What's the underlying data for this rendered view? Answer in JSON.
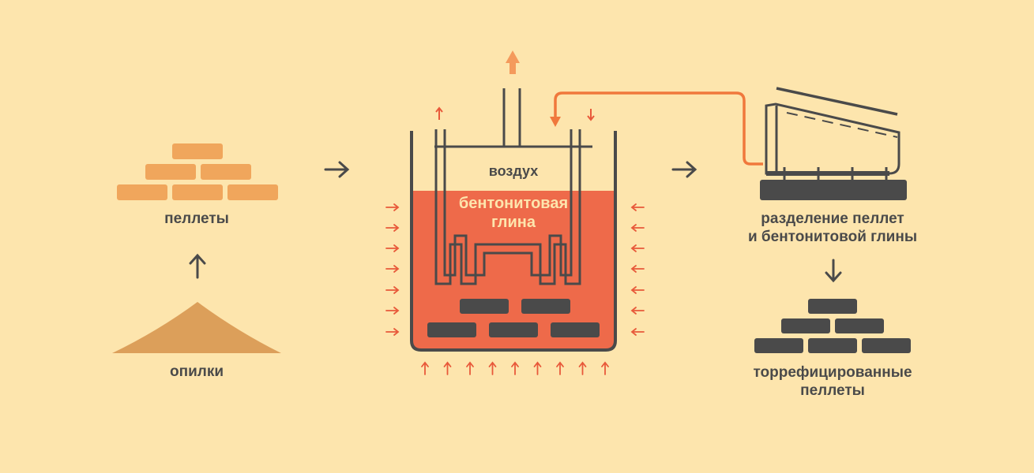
{
  "colors": {
    "background": "#fde5ad",
    "pellet": "#f0a65c",
    "sawdust": "#dc9f5a",
    "clay": "#ee6a4a",
    "clay_text": "#fde5ad",
    "dark": "#4a4a4a",
    "heat_arrow": "#e8593a",
    "accent_orange": "#f0783c"
  },
  "labels": {
    "pellets": "пеллеты",
    "sawdust": "опилки",
    "air": "воздух",
    "clay_line1": "бентонитовая",
    "clay_line2": "глина",
    "separation_line1": "разделение пеллет",
    "separation_line2": "и бентонитовой глины",
    "torrefied_line1": "торрефицированные",
    "torrefied_line2": "пеллеты"
  },
  "icons": {
    "pellet_stack": "raw-pellets-icon",
    "sawdust_pile": "sawdust-pile-icon",
    "reactor": "reactor-icon",
    "separator": "sieve-separator-icon",
    "torrefied_stack": "torrefied-pellets-icon"
  }
}
